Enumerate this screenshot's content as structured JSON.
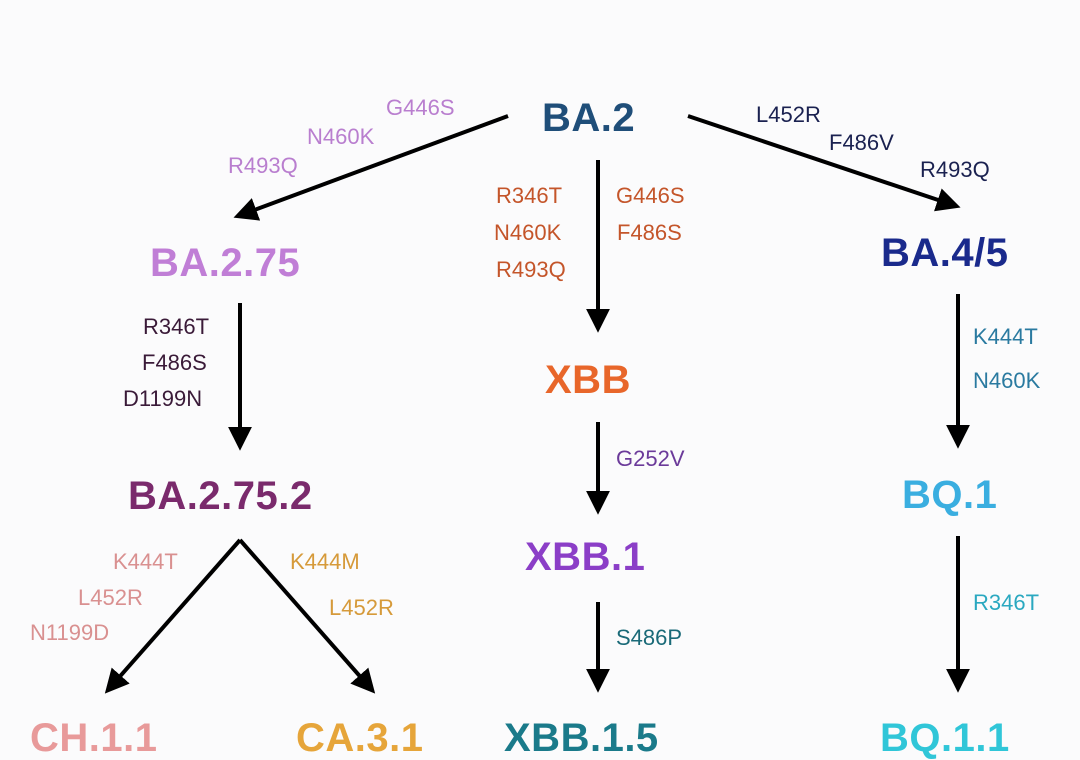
{
  "colors": {
    "ba2": "#1f4e79",
    "ba275": "#c07ed6",
    "ba45": "#1a2a8c",
    "xbb": "#e8662a",
    "ba2752": "#7a2a6c",
    "xbb1": "#8b3ec7",
    "bq1": "#3aaee0",
    "ch11": "#e89a9a",
    "ca31": "#e6a53a",
    "xbb15": "#1a7a8a",
    "bq11": "#30c6d8",
    "arrow": "#000000"
  },
  "nodes": {
    "ba2": "BA.2",
    "ba275": "BA.2.75",
    "ba45": "BA.4/5",
    "xbb": "XBB",
    "ba2752": "BA.2.75.2",
    "xbb1": "XBB.1",
    "bq1": "BQ.1",
    "ch11": "CH.1.1",
    "ca31": "CA.3.1",
    "xbb15": "XBB.1.5",
    "bq11": "BQ.1.1"
  },
  "mutations": {
    "to_ba275": [
      "G446S",
      "N460K",
      "R493Q"
    ],
    "to_ba45": [
      "L452R",
      "F486V",
      "R493Q"
    ],
    "to_xbb_left": [
      "R346T",
      "N460K",
      "R493Q"
    ],
    "to_xbb_right": [
      "G446S",
      "F486S"
    ],
    "to_ba2752": [
      "R346T",
      "F486S",
      "D1199N"
    ],
    "to_xbb1": [
      "G252V"
    ],
    "to_bq1": [
      "K444T",
      "N460K"
    ],
    "to_ch11": [
      "K444T",
      "L452R",
      "N1199D"
    ],
    "to_ca31": [
      "K444M",
      "L452R"
    ],
    "to_xbb15": [
      "S486P"
    ],
    "to_bq11": [
      "R346T"
    ]
  }
}
